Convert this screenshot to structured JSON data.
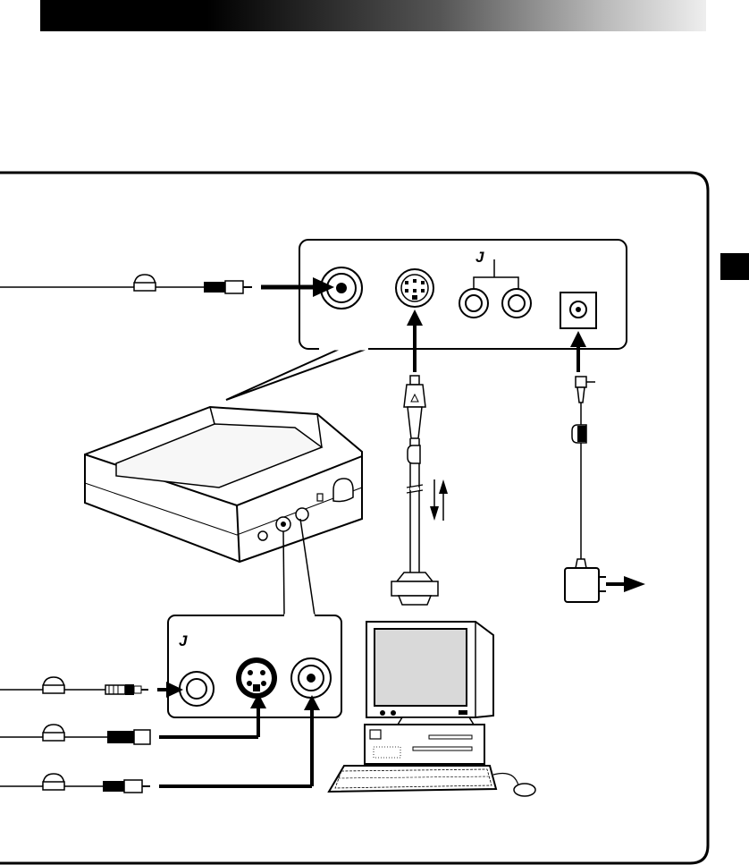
{
  "labels": {
    "top_panel_mark": "J",
    "bottom_panel_mark": "J"
  },
  "colors": {
    "ink": "#000000",
    "panel_fill": "#ffffff",
    "device_body": "#f2f2f2",
    "monitor_screen": "#d9d9d9",
    "header_gradient_end": "#eeeeee"
  },
  "icons": {
    "top_panel_mark_icon": "jack-j-mark",
    "bottom_panel_mark_icon": "jack-j-mark",
    "adapter_icon": "ac-adapter",
    "computer_icon": "desktop-computer"
  }
}
